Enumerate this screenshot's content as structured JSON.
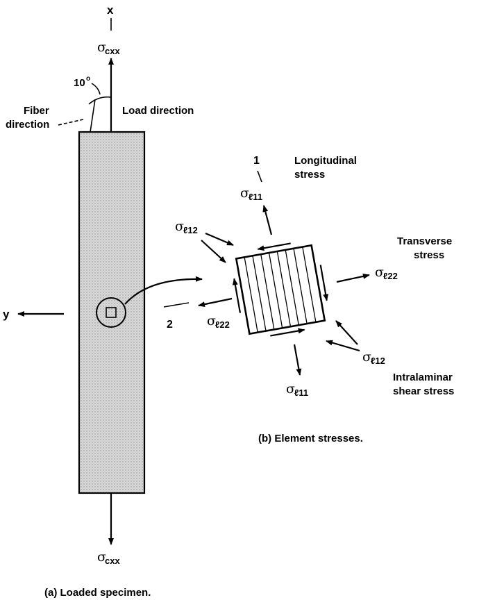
{
  "axes": {
    "x": "x",
    "y": "y",
    "dir1": "1",
    "dir2": "2"
  },
  "angle": {
    "value": "10",
    "unit": "o"
  },
  "labels": {
    "fiber_direction_1": "Fiber",
    "fiber_direction_2": "direction",
    "load_direction": "Load direction",
    "longitudinal_1": "Longitudinal",
    "longitudinal_2": "stress",
    "transverse_1": "Transverse",
    "transverse_2": "stress",
    "intralaminar_1": "Intralaminar",
    "intralaminar_2": "shear stress"
  },
  "stresses": {
    "sigma": "σ",
    "cxx_sub": "cxx",
    "l11_sub": "ℓ11",
    "l12_sub": "ℓ12",
    "l22_sub": "ℓ22"
  },
  "captions": {
    "a": "(a) Loaded specimen.",
    "b": "(b) Element stresses."
  }
}
